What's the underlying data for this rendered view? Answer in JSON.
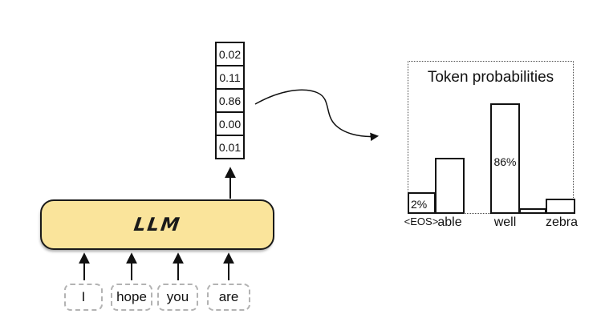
{
  "model_label": "LLM",
  "tokens": [
    "I",
    "hope",
    "you",
    "are"
  ],
  "vector": {
    "values": [
      "0.02",
      "0.11",
      "0.86",
      "0.00",
      "0.01"
    ]
  },
  "chart": {
    "title": "Token probabilities",
    "category_labels": [
      "<EOS>",
      "able",
      "well",
      "zebra"
    ],
    "bar_labels": {
      "eos": "2%",
      "well": "86%"
    }
  },
  "colors": {
    "model_fill": "#fae49b",
    "model_border": "#1a1a1a",
    "stroke": "#111111",
    "token_border": "#b3b3b3",
    "background": "#ffffff"
  },
  "chart_data": {
    "type": "bar",
    "title": "Token probabilities",
    "categories": [
      "<EOS>",
      "able",
      "well",
      "",
      "zebra"
    ],
    "values": [
      0.02,
      0.11,
      0.86,
      0.0,
      0.01
    ],
    "annotations": [
      "2%",
      "",
      "86%",
      "",
      ""
    ],
    "xlabel": "",
    "ylabel": "",
    "legend": false,
    "grid": false,
    "bar_fill": "#ffffff",
    "bar_stroke": "#111111"
  }
}
